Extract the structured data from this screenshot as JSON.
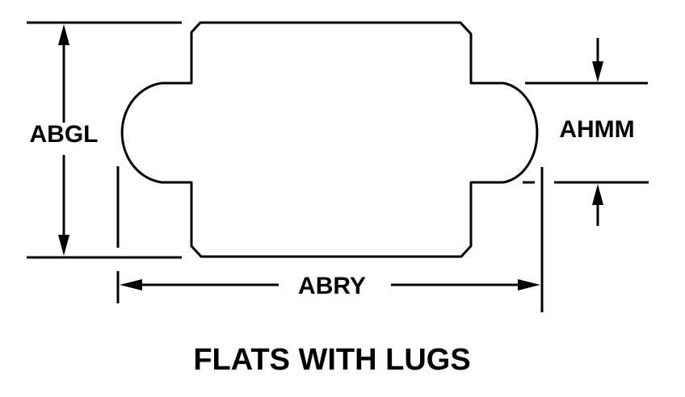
{
  "dimensions": {
    "height": "ABGL",
    "lug_thickness": "AHMM",
    "length": "ABRY"
  },
  "caption": "FLATS WITH LUGS"
}
